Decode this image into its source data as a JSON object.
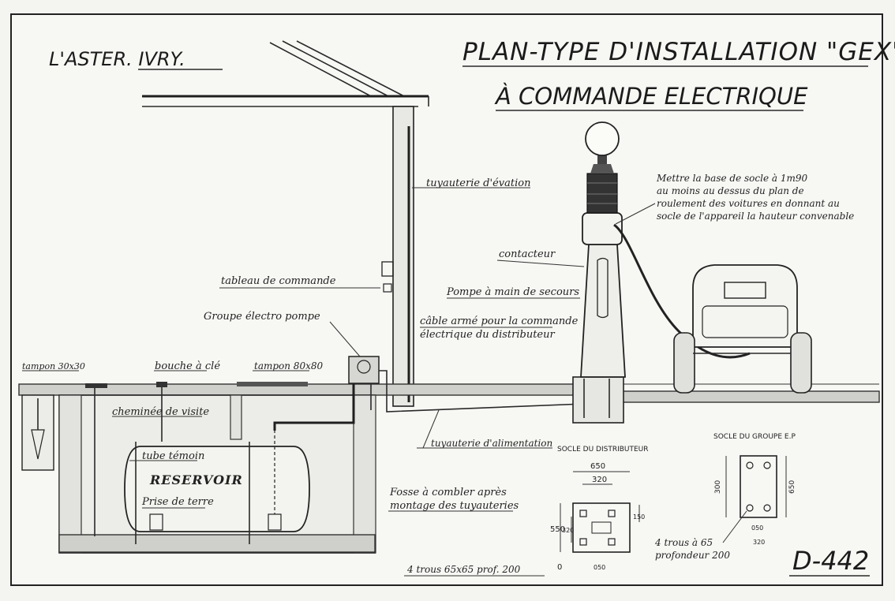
{
  "header": {
    "maker": "L'ASTER. IVRY.",
    "title_line1": "PLAN-TYPE D'INSTALLATION \"GEX\"",
    "title_line2": "À COMMANDE ELECTRIQUE"
  },
  "labels": {
    "tuyauterie_evacuation": "tuyauterie d'évation",
    "tableau_commande": "tableau de commande",
    "groupe_electro_pompe": "Groupe électro pompe",
    "contacteur": "contacteur",
    "pompe_secours": "Pompe à main de secours",
    "cable_arme": [
      "câble armé pour la commande",
      "électrique du distributeur"
    ],
    "socle_note": [
      "Mettre la base de socle à 1m90",
      "au moins au dessus du plan de",
      "roulement des voitures en donnant au",
      "socle de l'appareil la hauteur convenable"
    ],
    "tampon_left": "tampon 30x30",
    "bouche_cle": "bouche à clé",
    "tampon_right": "tampon 80x80",
    "cheminee_visite": "cheminée de visite",
    "tube_temoin": "tube témoin",
    "reservoir": "RESERVOIR",
    "prise_terre": "Prise de terre",
    "tuyauterie_alimentation": "tuyauterie d'alimentation",
    "fosse": [
      "Fosse à combler après",
      "montage des tuyauteries"
    ]
  },
  "socle_distributeur": {
    "title": "SOCLE DU DISTRIBUTEUR",
    "dims": [
      "650",
      "320",
      "550",
      "320",
      "150",
      "050"
    ],
    "bolts_note": "4 trous 65x65 prof. 200",
    "zero": "0"
  },
  "socle_groupe": {
    "title": "SOCLE DU GROUPE E.P",
    "dims": [
      "300",
      "650",
      "050",
      "320"
    ],
    "bolts_note": [
      "4 trous à 65",
      "profondeur 200"
    ]
  },
  "drawing_ref": "D-442",
  "colors": {
    "paper": "#f4f4f1",
    "ink": "#222222",
    "ground": "#cfcfcb"
  }
}
